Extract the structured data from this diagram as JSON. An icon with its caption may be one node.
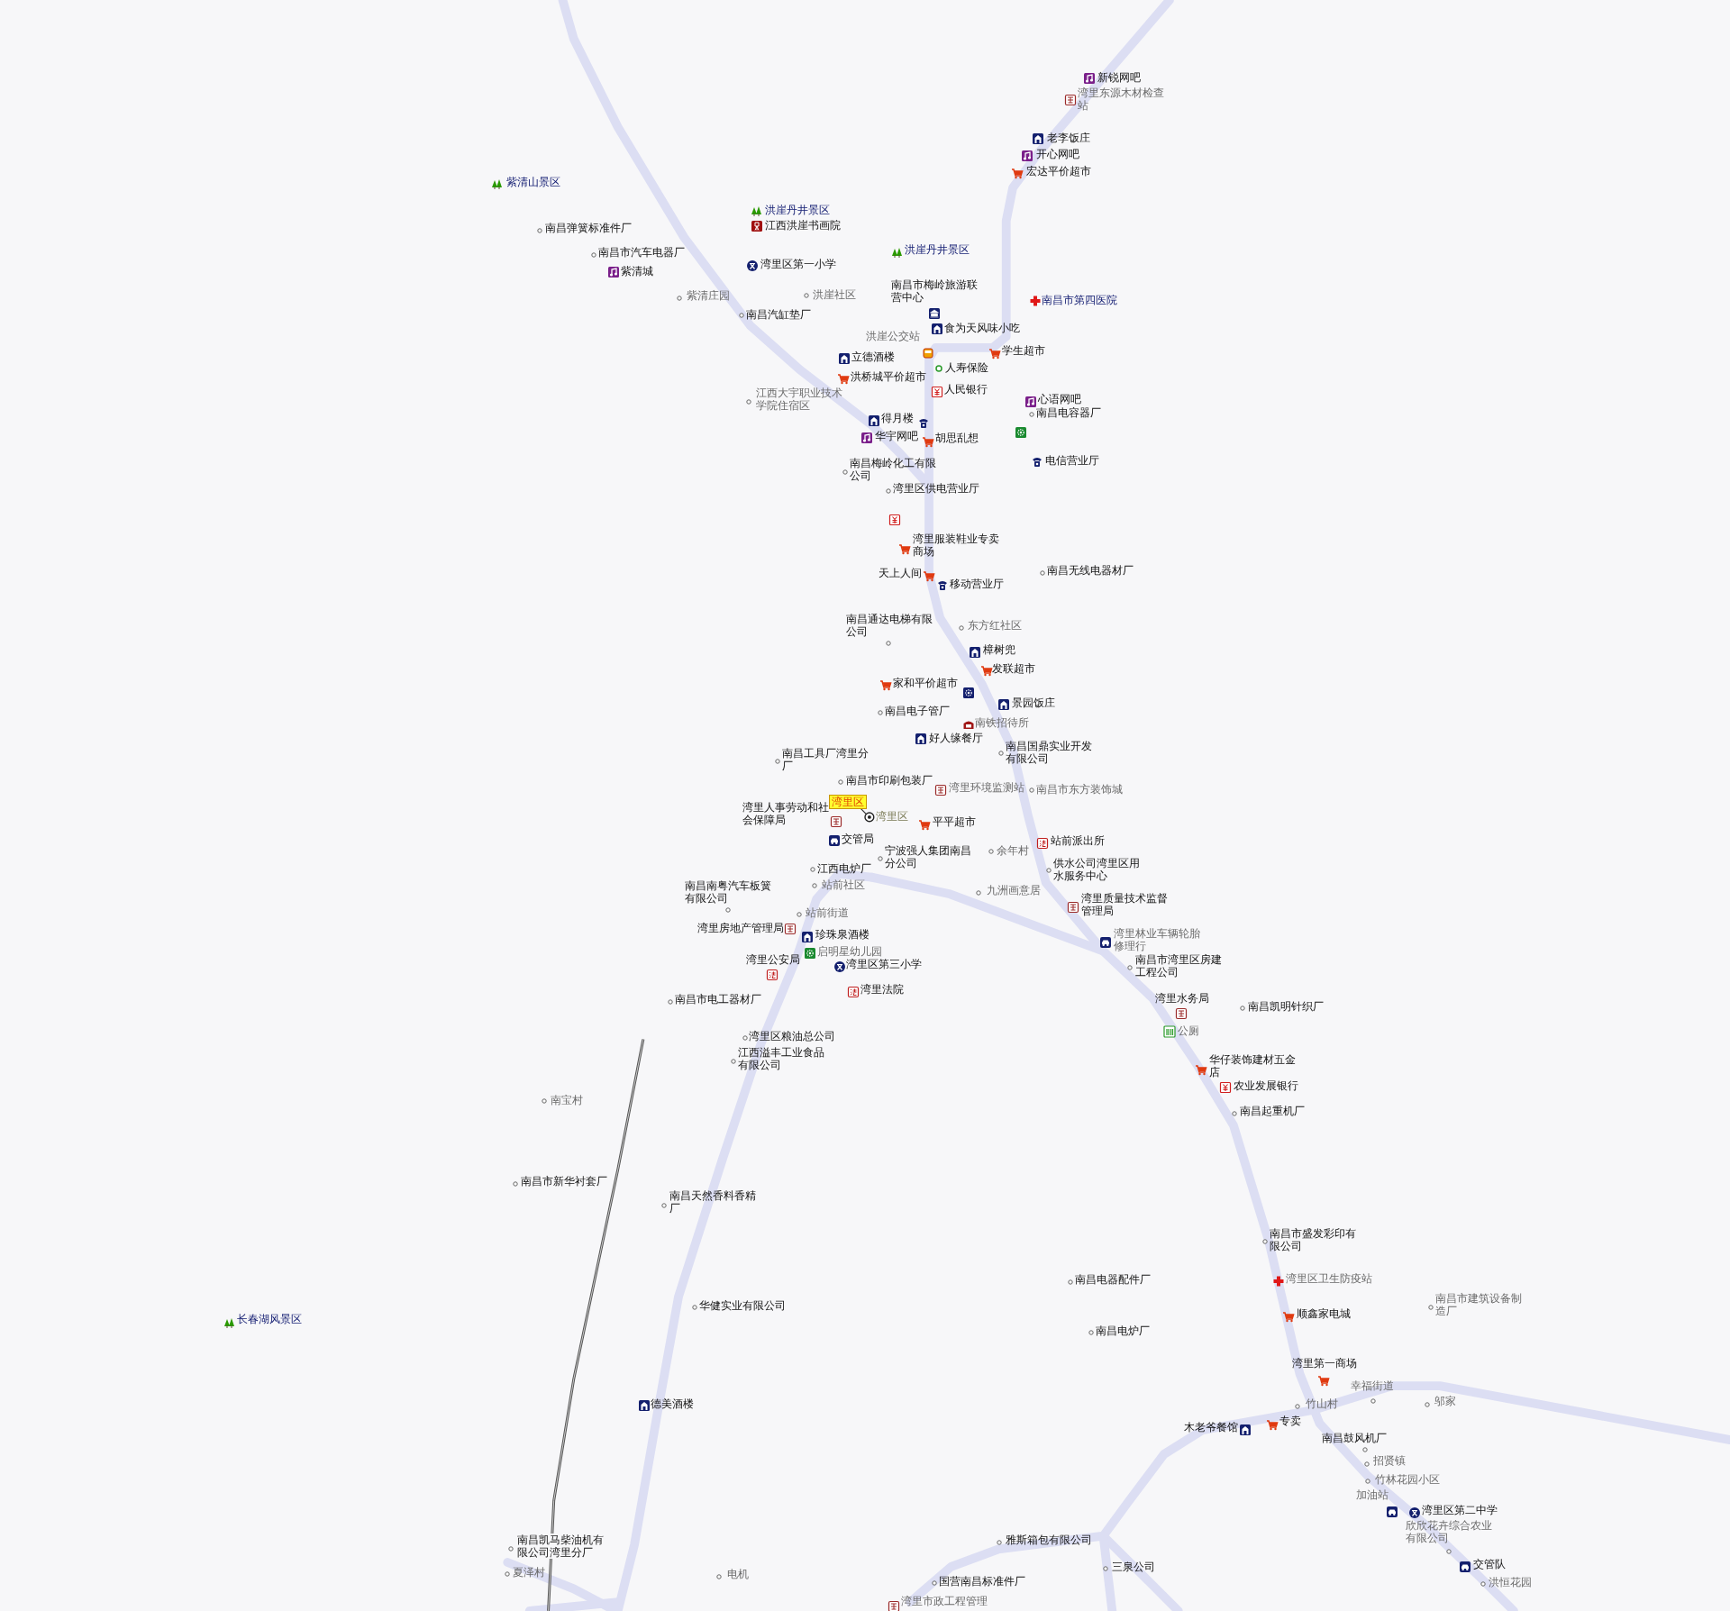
{
  "diagram": {
    "nodes": [
      {
        "text": [
          "湾里区"
        ]
      },
      {
        "text": [],
        "shape": "circle",
        "beside": [
          "湾里区"
        ]
      }
    ],
    "edges": [
      {
        "from": 0,
        "to": 1,
        "arrow": "none"
      }
    ],
    "labels": [
      "新锐网吧",
      "湾里东源木材检查站",
      "老李饭庄",
      "开心网吧",
      "宏达平价超市",
      "紫清山景区",
      "洪崖丹井景区",
      "江西洪崖书画院",
      "南昌弹簧标准件厂",
      "洪崖丹井景区",
      "南昌市汽车电器厂",
      "湾里区第一小学",
      "紫清城",
      "南昌市梅岭旅游联营中心",
      "紫清庄园",
      "洪崖社区",
      "南昌市第四医院",
      "南昌汽缸垫厂",
      "食为天风味小吃",
      "洪崖公交站",
      "学生超市",
      "立德酒楼",
      "人寿保险",
      "洪桥城平价超市",
      "人民银行",
      "江西大宇职业技术学院住宿区",
      "心语网吧",
      "南昌电容器厂",
      "得月楼",
      "华宇网吧",
      "胡思乱想",
      "电信营业厅",
      "南昌梅岭化工有限公司",
      "湾里区供电营业厅",
      "湾里服装鞋业专卖商场",
      "天上人间",
      "移动营业厅",
      "南昌无线电器材厂",
      "南昌通达电梯有限公司",
      "东方红社区",
      "樟树兜",
      "发联超市",
      "家和平价超市",
      "景园饭庄",
      "南昌电子管厂",
      "南铁招待所",
      "好人缘餐厅",
      "南昌国鼎实业开发有限公司",
      "南昌工具厂湾里分厂",
      "南昌市印刷包装厂",
      "湾里环境监测站",
      "南昌市东方装饰城",
      "湾里人事劳动和社会保障局",
      "平平超市",
      "交管局",
      "站前派出所",
      "宁波强人集团南昌分公司",
      "余年村",
      "江西电炉厂",
      "供水公司湾里区用水服务中心",
      "南昌南粤汽车板簧有限公司",
      "站前社区",
      "九洲画意居",
      "湾里质量技术监督管理局",
      "站前街道",
      "湾里房地产管理局",
      "珍珠泉酒楼",
      "湾里林业车辆轮胎修理行",
      "启明星幼儿园",
      "湾里公安局",
      "湾里区第三小学",
      "南昌市湾里区房建工程公司",
      "湾里法院",
      "南昌市电工器材厂",
      "湾里水务局",
      "南昌凯明针织厂",
      "公厕",
      "湾里区粮油总公司",
      "江西溢丰工业食品有限公司",
      "华仔装饰建材五金店",
      "农业发展银行",
      "南宝村",
      "南昌起重机厂",
      "南昌市新华衬套厂",
      "南昌天然香料香精厂",
      "南昌市盛发彩印有限公司",
      "湾里区卫生防疫站",
      "南昌电器配件厂",
      "南昌市建筑设备制造厂",
      "华健实业有限公司",
      "长春湖风景区",
      "顺鑫家电城",
      "南昌电炉厂",
      "湾里第一商场",
      "幸福街道",
      "竹山村",
      "邬家",
      "德美酒楼",
      "木老爷餐馆",
      "专卖",
      "南昌鼓风机厂",
      "招贤镇",
      "竹林花园小区",
      "加油站",
      "湾里区第二中学",
      "欣欣花卉综合农业有限公司",
      "交管队",
      "洪恒花园",
      "雅斯箱包有限公司",
      "三泉公司",
      "南昌凯马柴油机有限公司湾里分厂",
      "夏泽村",
      "电机",
      "国营南昌标准件厂",
      "湾里市政工程管理"
    ]
  }
}
